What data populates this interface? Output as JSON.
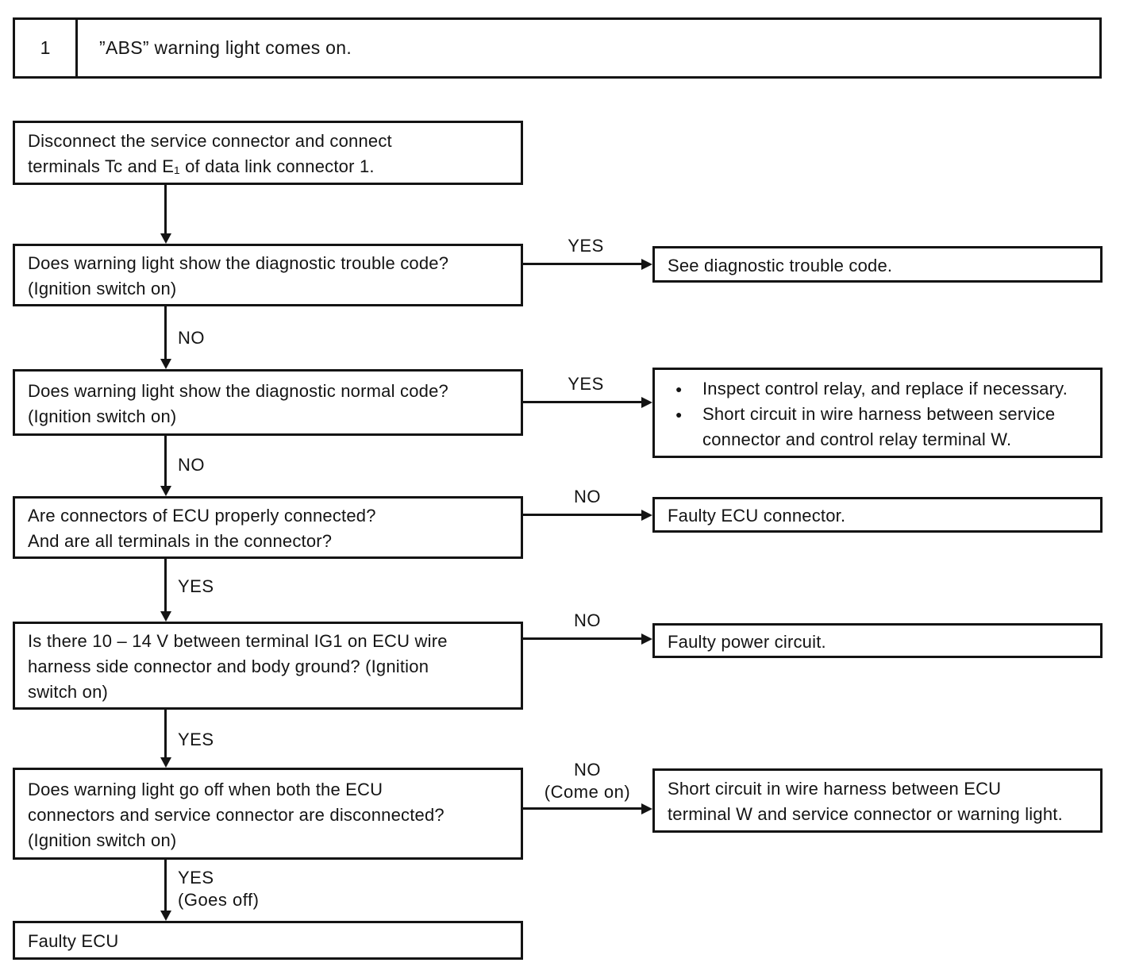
{
  "header": {
    "step_number": "1",
    "title": "”ABS” warning light comes on."
  },
  "icons": {
    "bullet": "●"
  },
  "boxes": {
    "intro": {
      "lines": [
        "Disconnect the service connector and connect",
        "terminals Tc and E₁ of data link connector 1."
      ]
    },
    "q1": {
      "lines": [
        "Does warning light show the diagnostic trouble code?",
        "(Ignition switch on)"
      ]
    },
    "q2": {
      "lines": [
        "Does warning light show the diagnostic normal code?",
        "(Ignition switch on)"
      ]
    },
    "q3": {
      "lines": [
        "Are connectors of ECU properly connected?",
        "And are all terminals in the connector?"
      ]
    },
    "q4": {
      "lines": [
        "Is there 10 – 14 V between terminal IG1 on ECU wire",
        "harness side connector and body ground? (Ignition",
        "switch on)"
      ]
    },
    "q5": {
      "lines": [
        "Does warning light go off when both the ECU",
        "connectors and service connector are disconnected?",
        "(Ignition switch on)"
      ]
    },
    "end": {
      "lines": [
        "Faulty ECU"
      ]
    }
  },
  "results": {
    "r1": {
      "lines": [
        "See diagnostic trouble code."
      ]
    },
    "r2": {
      "bullets": [
        "Inspect control relay, and replace if necessary.",
        "Short circuit in wire harness between service connector and control relay terminal W."
      ]
    },
    "r3": {
      "lines": [
        "Faulty ECU connector."
      ]
    },
    "r4": {
      "lines": [
        "Faulty power circuit."
      ]
    },
    "r5": {
      "lines": [
        "Short circuit in wire harness between ECU",
        "terminal W and service connector or warning light."
      ]
    }
  },
  "connectors": {
    "q1_side": {
      "label": "YES"
    },
    "q1_down": {
      "label": "NO"
    },
    "q2_side": {
      "label": "YES"
    },
    "q2_down": {
      "label": "NO"
    },
    "q3_side": {
      "label": "NO"
    },
    "q3_down": {
      "label": "YES"
    },
    "q4_side": {
      "label": "NO"
    },
    "q4_down": {
      "label": "YES"
    },
    "q5_side": {
      "label": "NO",
      "sublabel": "(Come on)"
    },
    "q5_down": {
      "label": "YES",
      "sublabel": "(Goes off)"
    }
  }
}
